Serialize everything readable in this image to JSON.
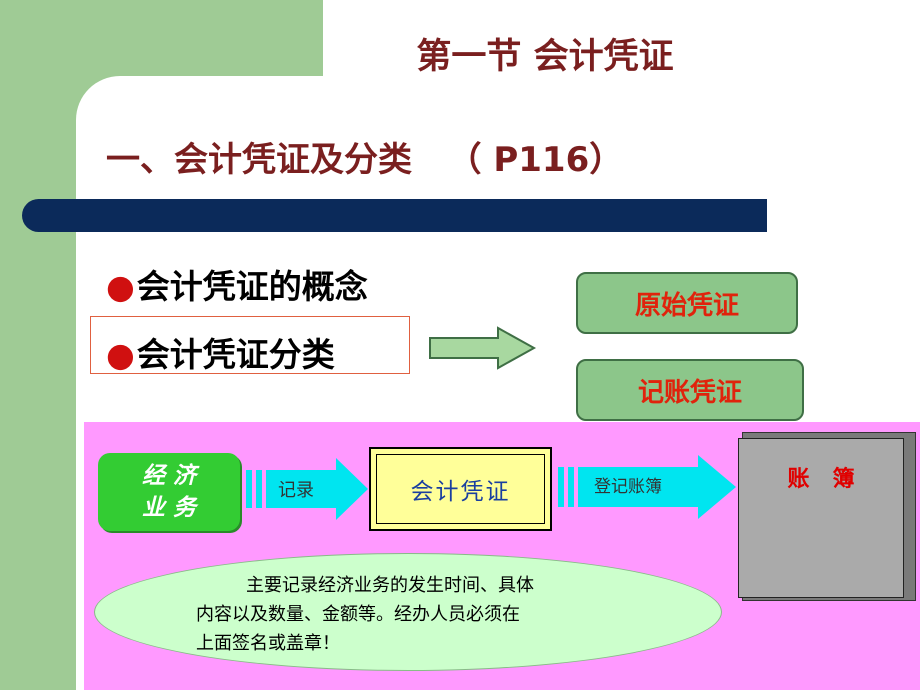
{
  "slide": {
    "title": "第一节   会计凭证",
    "subtitle": "一、会计凭证及分类   （ P116）"
  },
  "bullets": [
    {
      "dot": "●",
      "text": "会计凭证的概念"
    },
    {
      "dot": "●",
      "text": "会计凭证分类"
    }
  ],
  "voucher_types": [
    "原始凭证",
    "记账凭证"
  ],
  "flow": {
    "business_line1": "经 济",
    "business_line2": "业 务",
    "arrow1_label": "记录",
    "voucher": "会计凭证",
    "arrow2_label": "登记账簿",
    "ledger": "账   簿"
  },
  "note": {
    "line1": "主要记录经济业务的发生时间、具体",
    "line2": "内容以及数量、金额等。经办人员必须在",
    "line3": "上面签名或盖章！"
  },
  "colors": {
    "green_bg": "#9fcb95",
    "navy_bar": "#0b2a5a",
    "title_text": "#7a1f1f",
    "pink_panel": "#ff99ff",
    "arrow_cyan": "#00e5f0"
  }
}
